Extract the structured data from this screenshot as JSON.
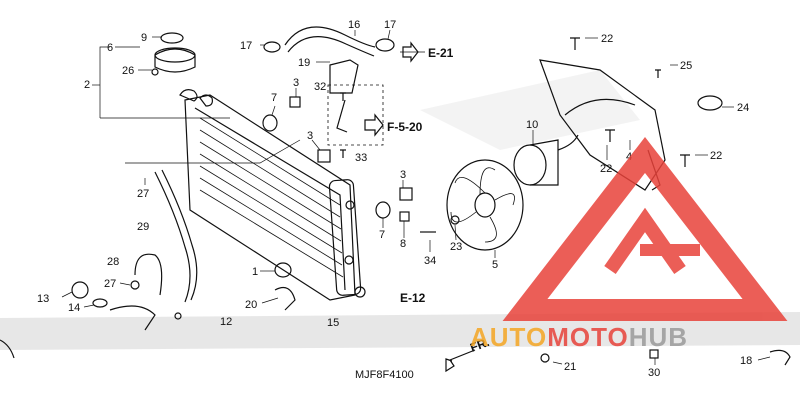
{
  "diagram": {
    "code": "MJF8F4100",
    "direction_label": "FR.",
    "refs": {
      "e21": "E-21",
      "f520": "F-5-20",
      "e12": "E-12"
    },
    "parts": {
      "p1": "1",
      "p2": "2",
      "p3a": "3",
      "p3b": "3",
      "p3c": "3",
      "p4": "4",
      "p5": "5",
      "p6": "6",
      "p7a": "7",
      "p7b": "7",
      "p8": "8",
      "p9": "9",
      "p10": "10",
      "p12": "12",
      "p13": "13",
      "p14": "14",
      "p15": "15",
      "p16": "16",
      "p17a": "17",
      "p17b": "17",
      "p18": "18",
      "p19": "19",
      "p20": "20",
      "p21": "21",
      "p22a": "22",
      "p22b": "22",
      "p22c": "22",
      "p23": "23",
      "p24": "24",
      "p25": "25",
      "p26": "26",
      "p27a": "27",
      "p27b": "27",
      "p28": "28",
      "p29": "29",
      "p30": "30",
      "p32": "32",
      "p33": "33",
      "p34": "34"
    }
  },
  "watermark": {
    "part1": "AUTO",
    "part2": "MOTO",
    "part3": "HUB",
    "colors": {
      "red": "#e8423a",
      "orange": "#f5a623",
      "gray": "#9a9a9a"
    }
  }
}
